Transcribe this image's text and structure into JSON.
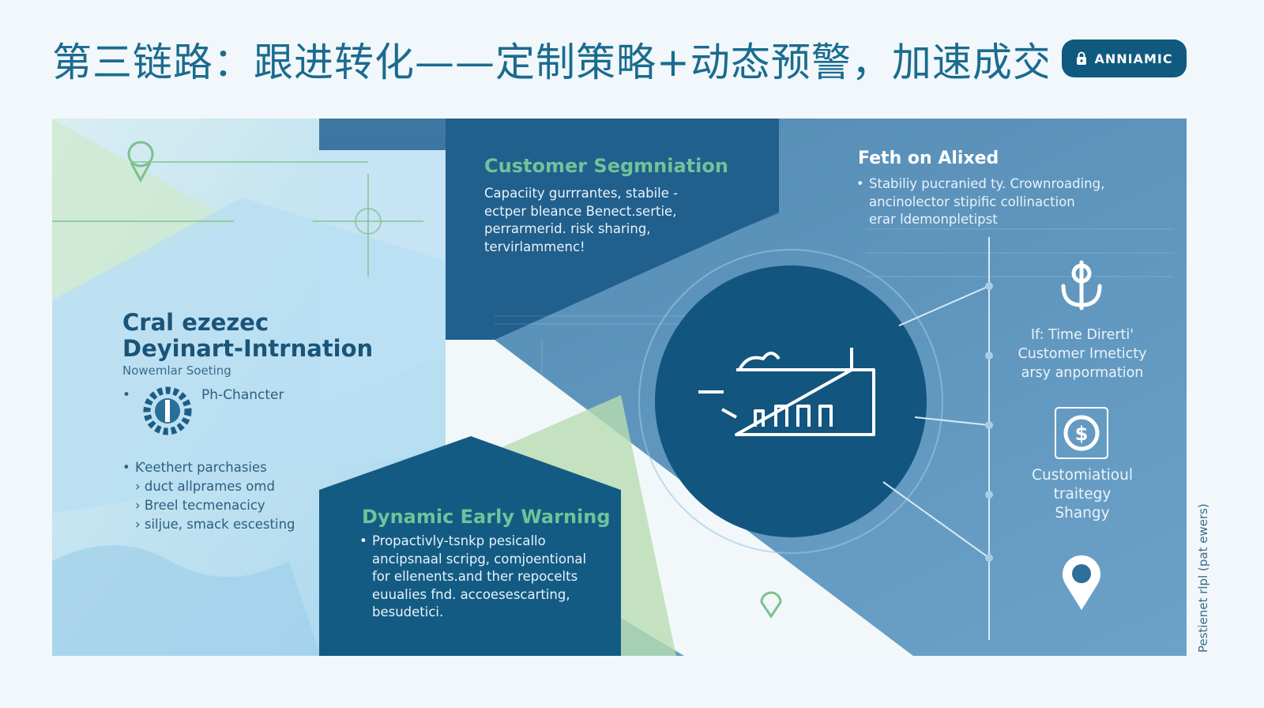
{
  "header": {
    "title": "第三链路：跟进转化——定制策略+动态预警，加速成交",
    "badge_label": "ANNIAMIC",
    "badge_icon": "lock-icon"
  },
  "colors": {
    "accent_green": "#6fc39a",
    "deep_blue": "#0f5a7e",
    "mid_blue": "#2f6f9a",
    "light_blue": "#bfe2f3"
  },
  "left_section": {
    "heading_line1": "Cral ezezec",
    "heading_line2": "Deyinart-Intrnation",
    "subheading": "Nowemlar Soeting",
    "first_item": "Ph-Chancter",
    "items": [
      "Ƙeethert parchasies",
      "› duct allprames omd",
      "› Breel tecmenacicy",
      "› siljue, smack escesting"
    ],
    "icon": "gear-icon"
  },
  "segmentation": {
    "heading": "Customer Segmniation",
    "body": [
      "Capaciity gurrrantes, stabile -",
      "ectper bleance Benect.sertie,",
      "perrarmerid. risk sharing,",
      "tervirlammenc!"
    ]
  },
  "warning": {
    "heading": "Dynamic Early Warning",
    "body": [
      "Propactivly-tsnkp pesicallo",
      "ancipsnaal scripg, comjoentional",
      "for ellenents.and ther repocelts",
      "euualies fnd. accoesescarting,",
      "besudetici."
    ]
  },
  "alixed": {
    "heading": "Feth on Alixed",
    "body": [
      "Stabiliy pucranied ty. Crownroading,",
      "ancinolector stipific collinaction",
      "erar ldemonpletipst"
    ]
  },
  "right_column": {
    "item1": {
      "icon": "microphone-icon",
      "lines": [
        "If: Time Direrti'",
        "Customer Irneticty",
        "arsy anpormation"
      ]
    },
    "item2": {
      "icon": "dollar-gear-icon",
      "lines": [
        "Customiatioul",
        "traitegy",
        "Shangy"
      ]
    },
    "item3": {
      "icon": "location-pin-icon"
    }
  },
  "center": {
    "icon": "factory-icon"
  },
  "side_note": "Pestienet rlpl (pat ewers)"
}
